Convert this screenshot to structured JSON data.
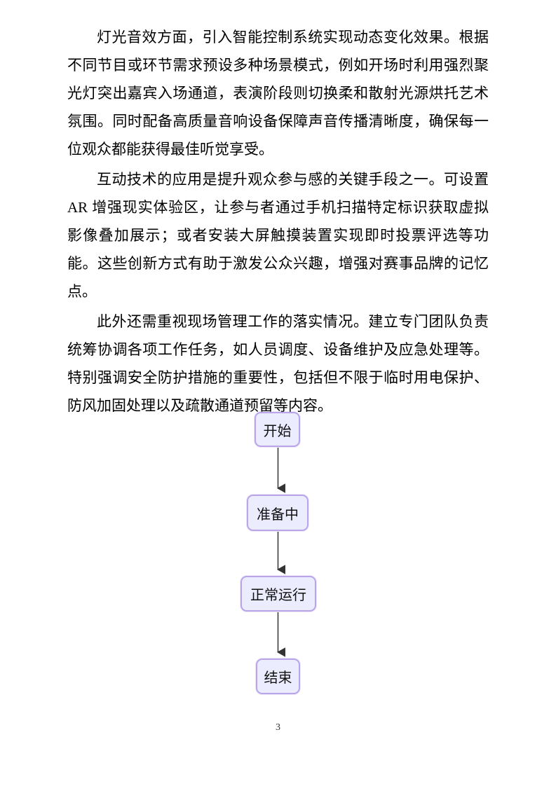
{
  "document": {
    "paragraphs": [
      "灯光音效方面，引入智能控制系统实现动态变化效果。根据不同节目或环节需求预设多种场景模式，例如开场时利用强烈聚光灯突出嘉宾入场通道，表演阶段则切换柔和散射光源烘托艺术氛围。同时配备高质量音响设备保障声音传播清晰度，确保每一位观众都能获得最佳听觉享受。",
      "互动技术的应用是提升观众参与感的关键手段之一。可设置 AR 增强现实体验区，让参与者通过手机扫描特定标识获取虚拟影像叠加展示；或者安装大屏触摸装置实现即时投票评选等功能。这些创新方式有助于激发公众兴趣，增强对赛事品牌的记忆点。",
      "此外还需重视现场管理工作的落实情况。建立专门团队负责统筹协调各项工作任务，如人员调度、设备维护及应急处理等。特别强调安全防护措施的重要性，包括但不限于临时用电保护、防风加固处理以及疏散通道预留等内容。"
    ],
    "page_number": "3"
  },
  "flowchart": {
    "nodes": [
      {
        "id": "start",
        "label": "开始"
      },
      {
        "id": "prep",
        "label": "准备中"
      },
      {
        "id": "running",
        "label": "正常运行"
      },
      {
        "id": "end",
        "label": "结束"
      }
    ],
    "colors": {
      "node_fill": "#ECECFF",
      "node_border": "#b9a5e8",
      "arrow": "#333333"
    }
  }
}
